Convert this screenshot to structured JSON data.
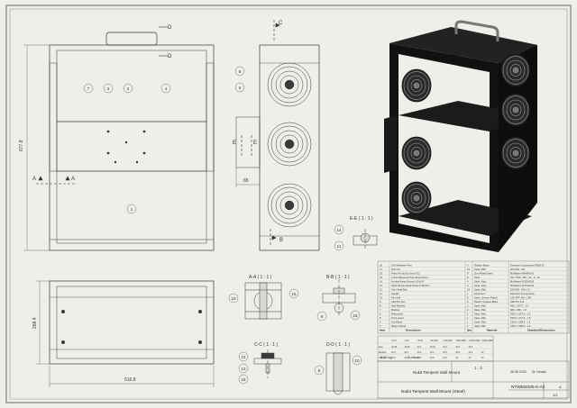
{
  "sheet": {
    "background": "#efeee9",
    "line_color": "#3a3a3a",
    "dim_color": "#555555"
  },
  "views": {
    "front": {
      "dim_height": "677.8",
      "balloons": [
        "7",
        "3",
        "2",
        "4",
        "1"
      ],
      "section_label_a1": "A",
      "section_label_a2": "A"
    },
    "side": {
      "cut_label_c": "C",
      "cut_label_d": "D",
      "cut_label_d2": "D",
      "cut_label_e1": "E",
      "cut_label_e2": "E",
      "cut_label_b": "B",
      "dim_65": "65",
      "balloons": [
        "8",
        "6"
      ]
    },
    "bottom": {
      "dim_height": "268.4",
      "dim_width": "516.8"
    },
    "details": {
      "aa_title": "A-A ( 1 : 1 )",
      "bb_title": "B-B ( 1 : 1 )",
      "cc_title": "C-C ( 1 : 1 )",
      "dd_title": "D-D ( 1 : 1 )",
      "ee_title": "E-E ( 1 : 1 )",
      "aa_balloons": [
        "10",
        "15"
      ],
      "bb_balloons": [
        "9",
        "16"
      ],
      "cc_balloons": [
        "12",
        "13",
        "18"
      ],
      "dd_balloons": [
        "9",
        "10"
      ],
      "ee_balloons": [
        "14",
        "11"
      ]
    }
  },
  "bom": {
    "rows": [
      {
        "item": "18",
        "desc": "Self-Adhesive Feet",
        "qty": "4",
        "material": "Rubber, Black",
        "std": "Essentra Components PB05-20"
      },
      {
        "item": "17",
        "desc": "Hex Nut",
        "qty": "24",
        "material": "Steel, Mild",
        "std": "DIN 934 - M4"
      },
      {
        "item": "16",
        "desc": "Press-Fit Nut for Size 6-32",
        "qty": "8",
        "material": "Zinc-Plated Steel",
        "std": "McMaster 94648A241"
      },
      {
        "item": "15",
        "desc": "Cross Recessed Pan Head Screw",
        "qty": "8",
        "material": "Steel",
        "std": "ISO 7045 - M6 x 10 - Z - 10"
      },
      {
        "item": "14",
        "desc": "Knurled Head Screw 6-32x1/4\"",
        "qty": "4",
        "material": "Steel, Alloy",
        "std": "McMaster 91355A206"
      },
      {
        "item": "13",
        "desc": "Steel Socket Head Screw 6-32x1/4\"",
        "qty": "4",
        "material": "Steel, Alloy",
        "std": "McMaster 91251A144"
      },
      {
        "item": "12",
        "desc": "Hex Head Bolt",
        "qty": "24",
        "material": "Steel, Mild",
        "std": "DIN 933 - M4 x 12"
      },
      {
        "item": "11",
        "desc": "Handle",
        "qty": "1",
        "material": "Aluminium",
        "std": "Essentra Components"
      },
      {
        "item": "10",
        "desc": "Fan Grill",
        "qty": "6",
        "material": "Steel, Chrome Plated",
        "std": "LZA-6FF 140 x 140"
      },
      {
        "item": "9",
        "desc": "ARCTIC Fan",
        "qty": "6",
        "material": "Plastic, Opaque Black",
        "std": "ARCTIC F14"
      },
      {
        "item": "8",
        "desc": "Side Bracket",
        "qty": "2",
        "material": "Steel, Mild",
        "std": "495 x 207.5 - 1.5"
      },
      {
        "item": "7",
        "desc": "Bracket",
        "qty": "2",
        "material": "Steel, Mild",
        "std": "680 x 280 - 1.5"
      },
      {
        "item": "6",
        "desc": "Rear panel",
        "qty": "1",
        "material": "Steel, Mild",
        "std": "535.5 x 672.5 - 1.5"
      },
      {
        "item": "5",
        "desc": "Front panel",
        "qty": "1",
        "material": "Steel, Mild",
        "std": "535.5 x 672.5 - 1.5"
      },
      {
        "item": "4",
        "desc": "Top Panel",
        "qty": "1",
        "material": "Steel, Mild",
        "std": "236.5 x 508.6 - 1.5"
      },
      {
        "item": "3",
        "desc": "Bottom Panel",
        "qty": "1",
        "material": "Steel, Mild",
        "std": "236.5 x 508.6 - 1.5"
      }
    ],
    "header": {
      "item": "Item",
      "desc": "Description",
      "qty": "Qty",
      "material": "Material",
      "std": "Standard/Dimensions"
    }
  },
  "tolerance": {
    "columns": [
      "",
      "0.5-3",
      ">3-6",
      ">6-30",
      ">30-120",
      ">120-400",
      ">400-1000",
      ">1000-2000",
      ">2000-4000"
    ],
    "rows": [
      [
        "Fine",
        "±0.05",
        "±0.05",
        "±0.1",
        "±0.15",
        "±0.2",
        "±0.3",
        "±0.5",
        "-"
      ],
      [
        "Medium",
        "±0.1",
        "±0.1",
        "±0.2",
        "±0.3",
        "±0.5",
        "±0.8",
        "±1.2",
        "±2"
      ],
      [
        "Coarse",
        "±0.2",
        "±0.3",
        "±0.5",
        "±0.8",
        "±1.2",
        "±2",
        "±3",
        "±4"
      ]
    ]
  },
  "title_block": {
    "weight": "8.09 kg",
    "surface": "Surface",
    "scale": "1 : 3",
    "drawn_by": "Dr. Kinetic",
    "date": "06.05.2025",
    "project": "Nukit Tempest Wall Mount",
    "title": "Nukit Tempest Wall Mount (Steel)",
    "drawing_no": "NTWM2025-0-A2",
    "sheet": "1/1",
    "rev": "A"
  },
  "photo": {
    "fan_count": 6,
    "frame_color": "#111111",
    "fan_color": "#2a2a2a"
  }
}
